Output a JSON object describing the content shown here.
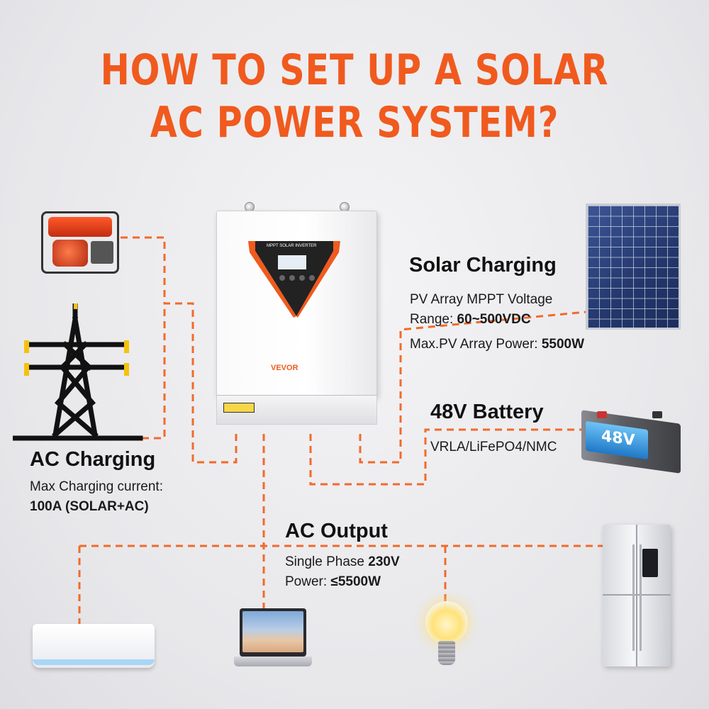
{
  "title": {
    "line1": "HOW TO SET UP A SOLAR",
    "line2": "AC POWER SYSTEM?"
  },
  "inverter": {
    "brand": "VEVOR",
    "screen_label": "MPPT SOLAR INVERTER"
  },
  "solar": {
    "heading": "Solar Charging",
    "line1": "PV Array MPPT Voltage",
    "range_prefix": "Range: ",
    "range_value": "60~500VDC",
    "max_prefix": "Max.PV Array Power: ",
    "max_value": "5500W"
  },
  "battery": {
    "heading": "48V Battery",
    "types": "VRLA/LiFePO4/NMC",
    "badge": "48V"
  },
  "ac_charging": {
    "heading": "AC Charging",
    "line1": "Max Charging current:",
    "line2": "100A (SOLAR+AC)"
  },
  "ac_output": {
    "heading": "AC Output",
    "phase_prefix": "Single Phase ",
    "phase_value": "230V",
    "power_prefix": "Power: ",
    "power_value": "≤5500W"
  },
  "colors": {
    "title": "#f05a1e",
    "wire": "#f26a2a"
  }
}
